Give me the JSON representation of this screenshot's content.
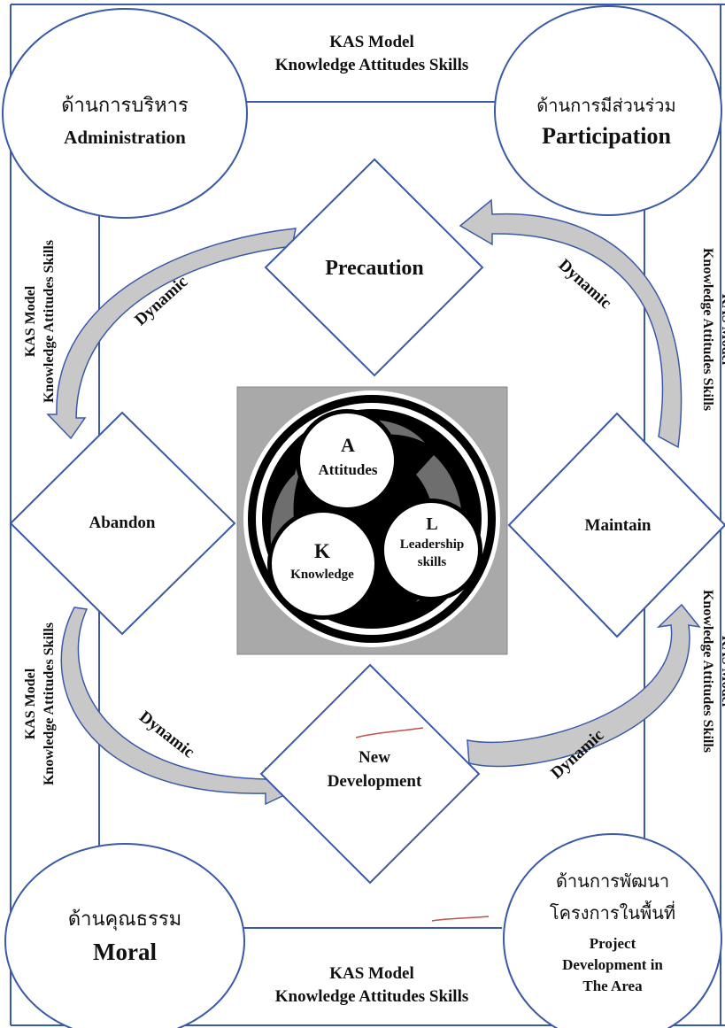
{
  "colors": {
    "outline": "#3a5aa8",
    "arrow_fill": "#c8c8c8",
    "center_bg": "#a9a9a9",
    "text": "#111111"
  },
  "kas": {
    "model": "KAS Model",
    "sub": "Knowledge Attitudes Skills"
  },
  "corners": {
    "top_left": {
      "thai": "ด้านการบริหาร",
      "en": "Administration"
    },
    "top_right": {
      "thai": "ด้านการมีส่วนร่วม",
      "en": "Participation"
    },
    "bottom_left": {
      "thai": "ด้านคุณธรรม",
      "en": "Moral"
    },
    "bottom_right": {
      "thai1": "ด้านการพัฒนา",
      "thai2": "โครงการในพื้นที่",
      "en1": "Project",
      "en2": "Development in",
      "en3": "The Area"
    }
  },
  "diamonds": {
    "top": "Precaution",
    "left": "Abandon",
    "right": "Maintain",
    "bottom1": "New",
    "bottom2": "Development"
  },
  "dynamic": "Dynamic",
  "center": {
    "a_letter": "A",
    "a_label": "Attitudes",
    "k_letter": "K",
    "k_label": "Knowledge",
    "l_letter": "L",
    "l_label1": "Leadership",
    "l_label2": "skills"
  }
}
